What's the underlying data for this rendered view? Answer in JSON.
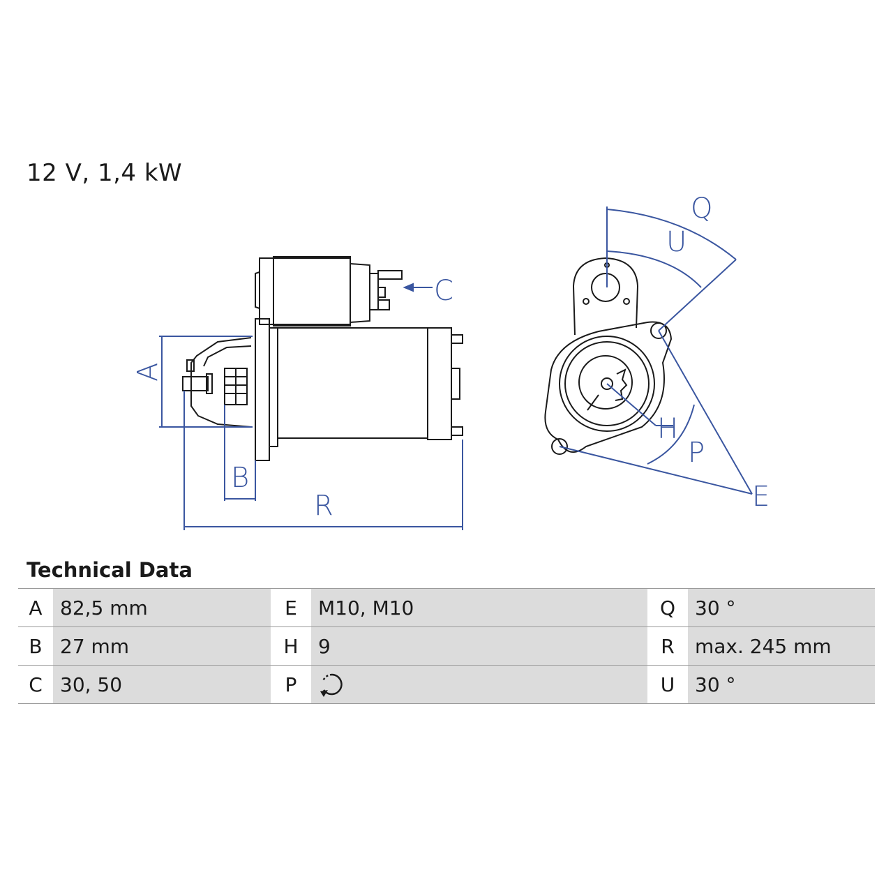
{
  "header": {
    "subtitle": "12 V, 1,4 kW"
  },
  "diagram": {
    "labels": {
      "A": "A",
      "B": "B",
      "C": "C",
      "R": "R",
      "Q": "Q",
      "U": "U",
      "H": "H",
      "P": "P",
      "E": "E"
    },
    "colors": {
      "outline": "#1a1a1a",
      "dimension": "#3a56a0"
    }
  },
  "technical_data": {
    "title": "Technical Data",
    "rows": [
      [
        {
          "key": "A",
          "value": "82,5 mm"
        },
        {
          "key": "E",
          "value": "M10, M10"
        },
        {
          "key": "Q",
          "value": "30 °"
        }
      ],
      [
        {
          "key": "B",
          "value": "27 mm"
        },
        {
          "key": "H",
          "value": "9"
        },
        {
          "key": "R",
          "value": "max. 245 mm"
        }
      ],
      [
        {
          "key": "C",
          "value": "30, 50"
        },
        {
          "key": "P",
          "value": "",
          "icon": "rotation-direction-icon"
        },
        {
          "key": "U",
          "value": "30 °"
        }
      ]
    ]
  }
}
